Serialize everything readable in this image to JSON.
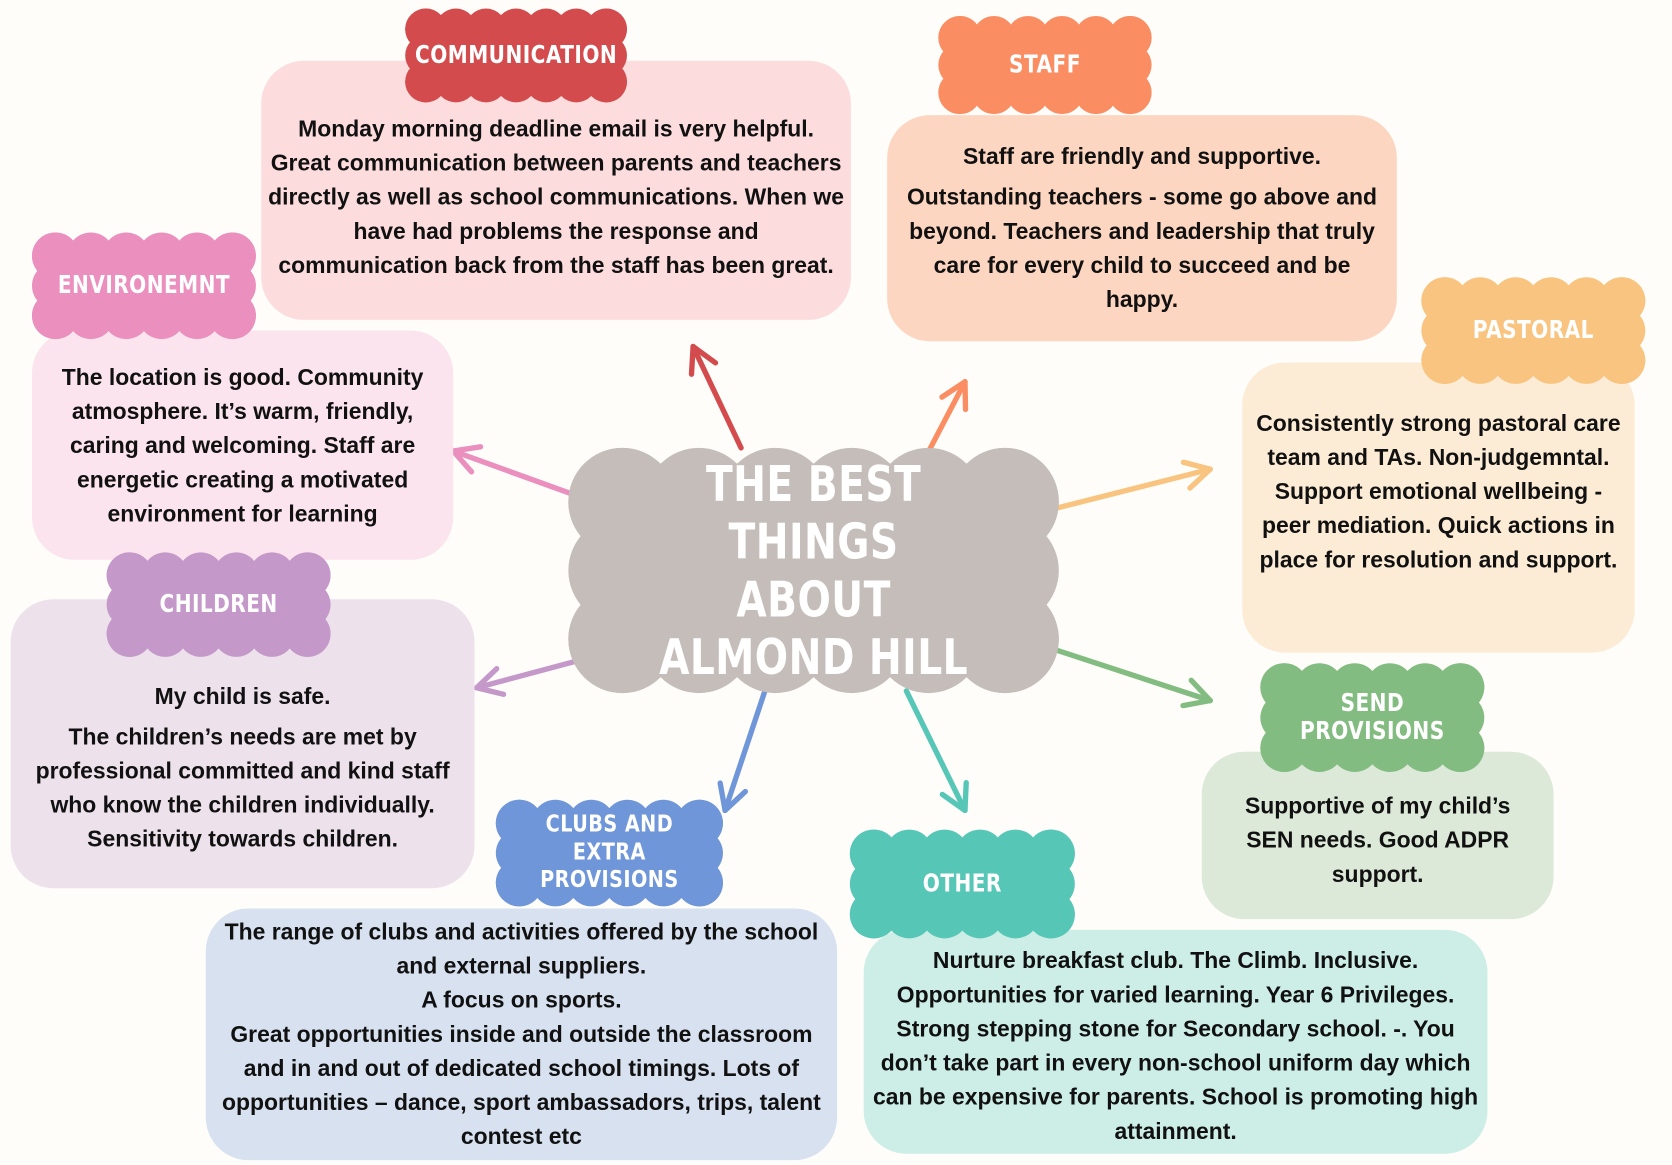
{
  "title": "THE BEST THINGS ABOUT ALMOND HILL",
  "sections": {
    "communication": {
      "label": "COMMUNICATION",
      "color": "#d34b4d",
      "bg": "#fddcdd",
      "paragraphs": [
        "Monday morning deadline email is very helpful. Great communication between parents and teachers directly as well as school communications. When we have had problems the response and communication back from the staff has been great."
      ]
    },
    "staff": {
      "label": "STAFF",
      "color": "#fb8d63",
      "bg": "#fdd6c1",
      "paragraphs": [
        "Staff are friendly and supportive.",
        "Outstanding teachers - some go above and beyond. Teachers and leadership that truly care for every child to succeed and be happy."
      ]
    },
    "pastoral": {
      "label": "PASTORAL",
      "color": "#f8c47f",
      "bg": "#fdecd5",
      "paragraphs": [
        "Consistently strong pastoral care team and TAs. Non-judgemntal. Support emotional wellbeing - peer mediation. Quick actions in place for resolution and support."
      ]
    },
    "environment": {
      "label": "ENVIRONEMNT",
      "color": "#ea8fbe",
      "bg": "#fbe4ed",
      "paragraphs": [
        "The location is good. Community atmosphere. It’s warm, friendly, caring and welcoming. Staff are energetic creating a motivated environment for learning"
      ]
    },
    "children": {
      "label": "CHILDREN",
      "color": "#c498c9",
      "bg": "#ede1ec",
      "paragraphs": [
        "My child is safe.",
        "The children’s needs are met by professional committed and kind staff who know the children individually. Sensitivity towards children."
      ]
    },
    "clubs": {
      "label": "CLUBS AND EXTRA PROVISIONS",
      "color": "#6f96d9",
      "bg": "#d7e1f0",
      "paragraphs": [
        "The range of clubs and activities offered by the school and external suppliers.",
        "A focus on sports.",
        "Great opportunities inside and outside the classroom and in and out of dedicated school timings. Lots of opportunities – dance, sport ambassadors, trips, talent contest etc"
      ]
    },
    "other": {
      "label": "OTHER",
      "color": "#56c6b6",
      "bg": "#cdeee7",
      "paragraphs": [
        "Nurture breakfast club. The Climb. Inclusive. Opportunities for varied learning. Year 6 Privileges. Strong stepping stone for Secondary school. -. You don’t take part in every non-school uniform day which can be expensive for parents. School is promoting high attainment."
      ]
    },
    "send": {
      "label": "SEND PROVISIONS",
      "color": "#83bc81",
      "bg": "#dce9d8",
      "paragraphs": [
        "Supportive of my child’s SEN needs. Good ADPR support."
      ]
    }
  },
  "center_color": "#c5bdb9"
}
